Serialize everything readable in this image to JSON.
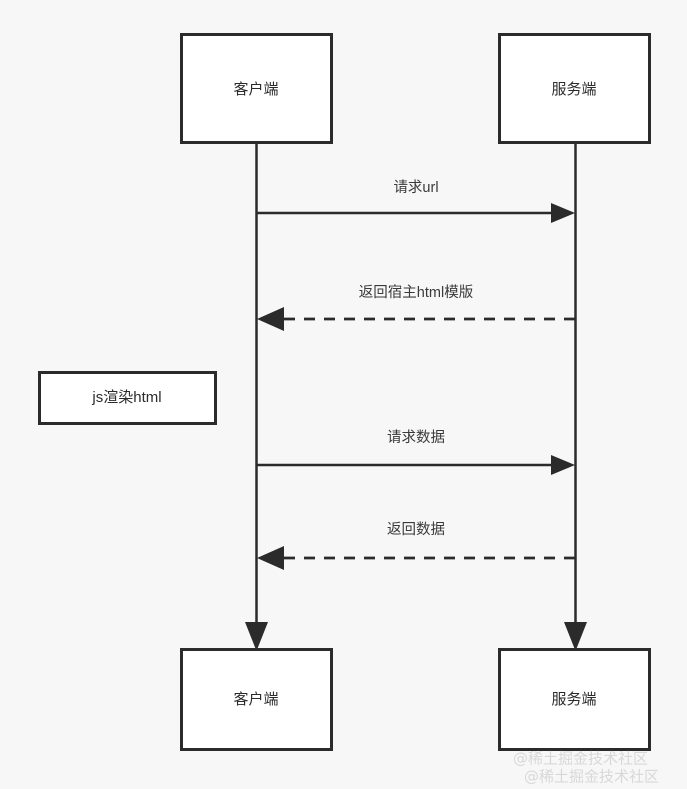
{
  "diagram": {
    "type": "sequence-diagram",
    "background_color": "#f7f7f7",
    "stroke_color": "#2b2b2b",
    "box_fill_color": "#ffffff",
    "participants": [
      {
        "id": "client",
        "label": "客户端"
      },
      {
        "id": "server",
        "label": "服务端"
      }
    ],
    "top_nodes": [
      {
        "id": "client-top",
        "label": "客户端"
      },
      {
        "id": "server-top",
        "label": "服务端"
      }
    ],
    "bottom_nodes": [
      {
        "id": "client-bottom",
        "label": "客户端"
      },
      {
        "id": "server-bottom",
        "label": "服务端"
      }
    ],
    "side_note": {
      "id": "js-render",
      "label": "js渲染html"
    },
    "messages": [
      {
        "id": "msg-request-url",
        "label": "请求url",
        "from": "client",
        "to": "server",
        "direction": "right",
        "style": "solid"
      },
      {
        "id": "msg-return-html-template",
        "label": "返回宿主html模版",
        "from": "server",
        "to": "client",
        "direction": "left",
        "style": "dashed"
      },
      {
        "id": "msg-request-data",
        "label": "请求数据",
        "from": "client",
        "to": "server",
        "direction": "right",
        "style": "solid"
      },
      {
        "id": "msg-return-data",
        "label": "返回数据",
        "from": "server",
        "to": "client",
        "direction": "left",
        "style": "dashed"
      }
    ],
    "watermark": {
      "line1": "@稀土掘金技术社区",
      "line2": "@稀土掘金技术社区",
      "color": "#d8d8d8"
    }
  }
}
